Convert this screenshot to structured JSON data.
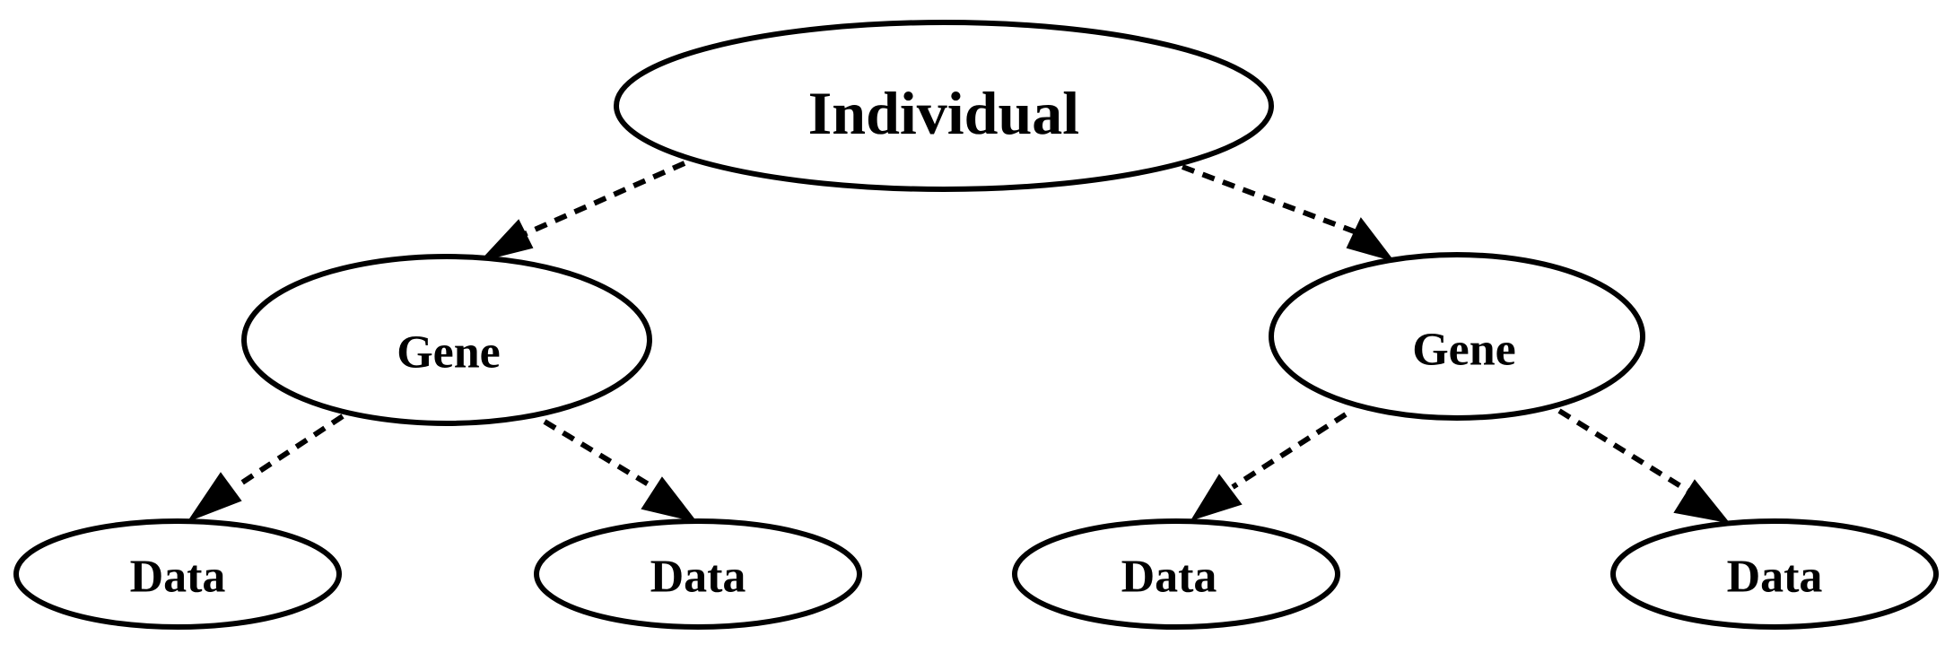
{
  "nodes": {
    "individual": {
      "label": "Individual"
    },
    "gene_left": {
      "label": "Gene"
    },
    "gene_right": {
      "label": "Gene"
    },
    "data_1": {
      "label": "Data"
    },
    "data_2": {
      "label": "Data"
    },
    "data_3": {
      "label": "Data"
    },
    "data_4": {
      "label": "Data"
    }
  },
  "edges": [
    {
      "from": "individual",
      "to": "gene_left",
      "style": "dashed"
    },
    {
      "from": "individual",
      "to": "gene_right",
      "style": "dashed"
    },
    {
      "from": "gene_left",
      "to": "data_1",
      "style": "dashed"
    },
    {
      "from": "gene_left",
      "to": "data_2",
      "style": "dashed"
    },
    {
      "from": "gene_right",
      "to": "data_3",
      "style": "dashed"
    },
    {
      "from": "gene_right",
      "to": "data_4",
      "style": "dashed"
    }
  ],
  "colors": {
    "stroke": "#000000",
    "fill": "#ffffff",
    "text": "#000000"
  }
}
